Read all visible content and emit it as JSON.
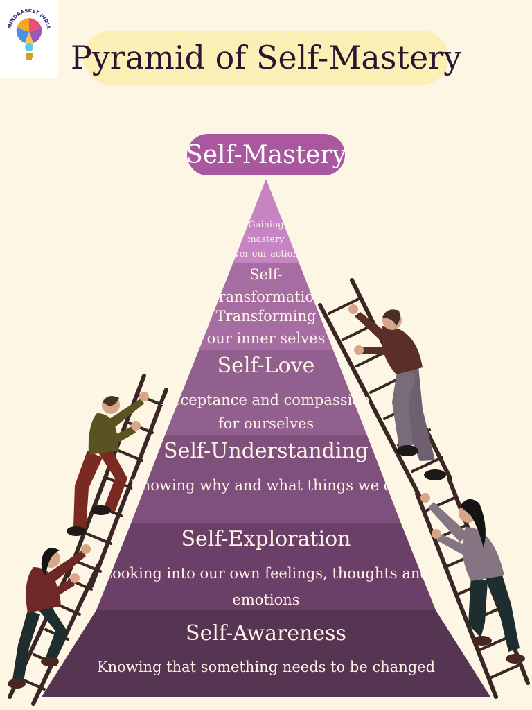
{
  "logo": {
    "text": "MINDBASKET INDIA"
  },
  "title": "Pyramid of Self-Mastery",
  "apex": {
    "label": "Self-Mastery"
  },
  "tiers": {
    "mastery": {
      "desc_lines": [
        "Gaining",
        "mastery",
        "over our actions"
      ]
    },
    "transformation": {
      "title_lines": [
        "Self-",
        "Transformation"
      ],
      "desc_lines": [
        "Transforming",
        "our inner selves"
      ]
    },
    "love": {
      "title": "Self-Love",
      "desc_lines": [
        "Acceptance and compassion",
        "for ourselves"
      ]
    },
    "understanding": {
      "title": "Self-Understanding",
      "desc": "Knowing why and what things we do"
    },
    "exploration": {
      "title": "Self-Exploration",
      "desc_lines": [
        "Looking into our own feelings, thoughts and",
        "emotions"
      ]
    },
    "awareness": {
      "title": "Self-Awareness",
      "desc": "Knowing that something needs to be changed"
    }
  },
  "colors": {
    "background": "#fdf6e4",
    "title_pill": "#fbefb6",
    "apex_pill": "#a9579f",
    "tier_1": "#c784c2",
    "tier_2": "#a66da3",
    "tier_3": "#91608f",
    "tier_4": "#7e517c",
    "tier_5": "#6b4068",
    "tier_6": "#553552",
    "ladder": "#3a2624"
  }
}
